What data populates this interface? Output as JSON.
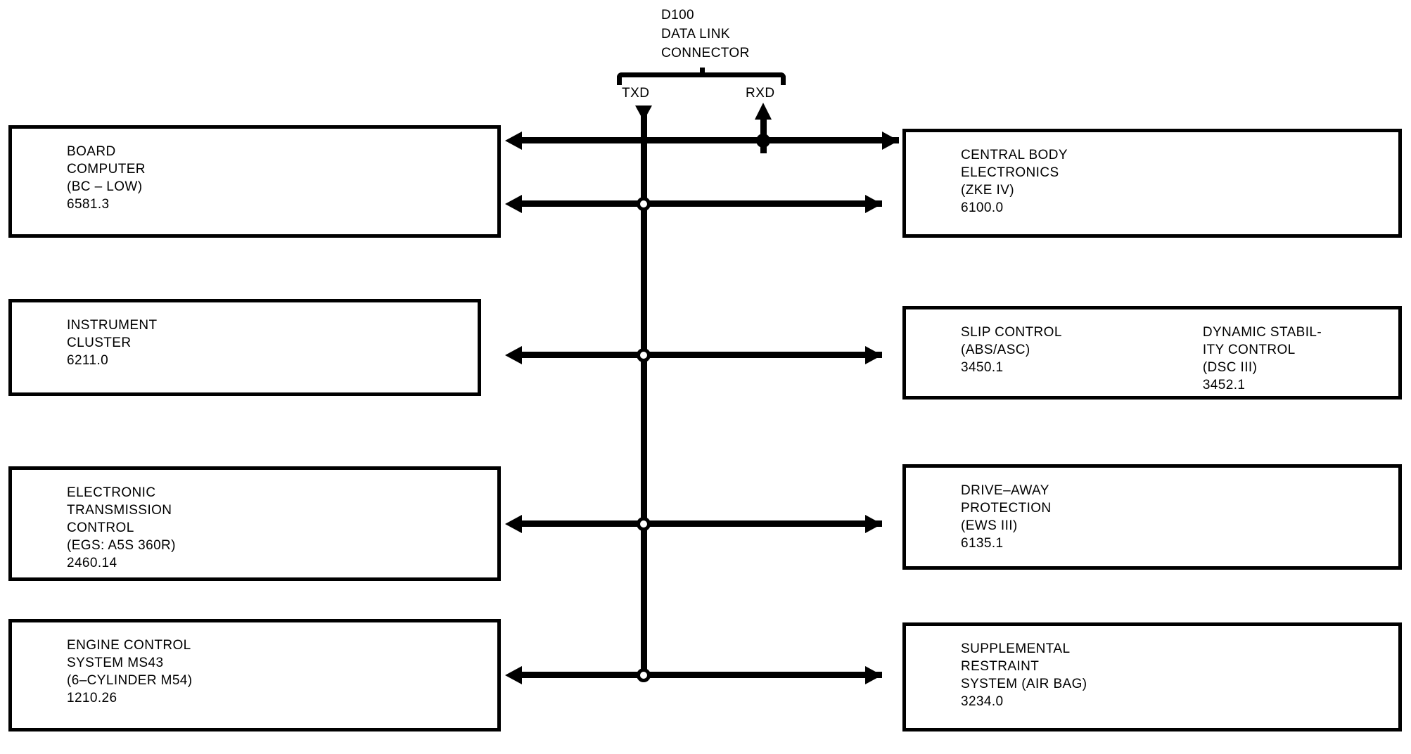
{
  "diagram": {
    "connector": {
      "lines": [
        "D100",
        "DATA LINK",
        "CONNECTOR"
      ],
      "pins": [
        {
          "id": "txd",
          "label": "TXD",
          "direction": "into-bus"
        },
        {
          "id": "rxd",
          "label": "RXD",
          "direction": "out-of-bus"
        }
      ]
    },
    "modules": {
      "left": [
        {
          "name": "board-computer",
          "columns": [
            {
              "lines": [
                "BOARD",
                "COMPUTER",
                "(BC – LOW)",
                "6581.3"
              ]
            }
          ]
        },
        {
          "name": "instrument-cluster",
          "columns": [
            {
              "lines": [
                "INSTRUMENT",
                "CLUSTER",
                "6211.0"
              ]
            }
          ]
        },
        {
          "name": "electronic-transmission-control",
          "columns": [
            {
              "lines": [
                "ELECTRONIC",
                "TRANSMISSION",
                "CONTROL",
                "(EGS: A5S  360R)",
                "2460.14"
              ]
            }
          ]
        },
        {
          "name": "engine-control-system",
          "columns": [
            {
              "lines": [
                "ENGINE CONTROL",
                "SYSTEM MS43",
                "(6–CYLINDER M54)",
                "1210.26"
              ]
            }
          ]
        }
      ],
      "right": [
        {
          "name": "central-body-electronics",
          "columns": [
            {
              "lines": [
                "CENTRAL BODY",
                "ELECTRONICS",
                "(ZKE IV)",
                "6100.0"
              ]
            }
          ]
        },
        {
          "name": "slip-control-and-dynamic-stability-control",
          "columns": [
            {
              "lines": [
                "SLIP CONTROL",
                "(ABS/ASC)",
                "3450.1"
              ]
            },
            {
              "lines": [
                "DYNAMIC STABIL-",
                "ITY CONTROL",
                "(DSC III)",
                "3452.1"
              ]
            }
          ]
        },
        {
          "name": "drive-away-protection",
          "columns": [
            {
              "lines": [
                "DRIVE–AWAY",
                "PROTECTION",
                "(EWS III)",
                "6135.1"
              ]
            }
          ]
        },
        {
          "name": "supplemental-restraint-system",
          "columns": [
            {
              "lines": [
                "SUPPLEMENTAL",
                "RESTRAINT",
                "SYSTEM (AIR BAG)",
                "3234.0"
              ]
            }
          ]
        }
      ]
    },
    "bus": {
      "rows": [
        {
          "name": "bus-row-1",
          "left_arrow": true,
          "right_arrow": true,
          "junction": "filled"
        },
        {
          "name": "bus-row-2",
          "left_arrow": true,
          "right_arrow": true,
          "junction": "ring"
        },
        {
          "name": "bus-row-3",
          "left_arrow": true,
          "right_arrow": true,
          "junction": "ring"
        },
        {
          "name": "bus-row-4",
          "left_arrow": true,
          "right_arrow": true,
          "junction": "ring"
        }
      ]
    },
    "colors": {
      "ink": "#000000",
      "paper": "#ffffff"
    }
  }
}
